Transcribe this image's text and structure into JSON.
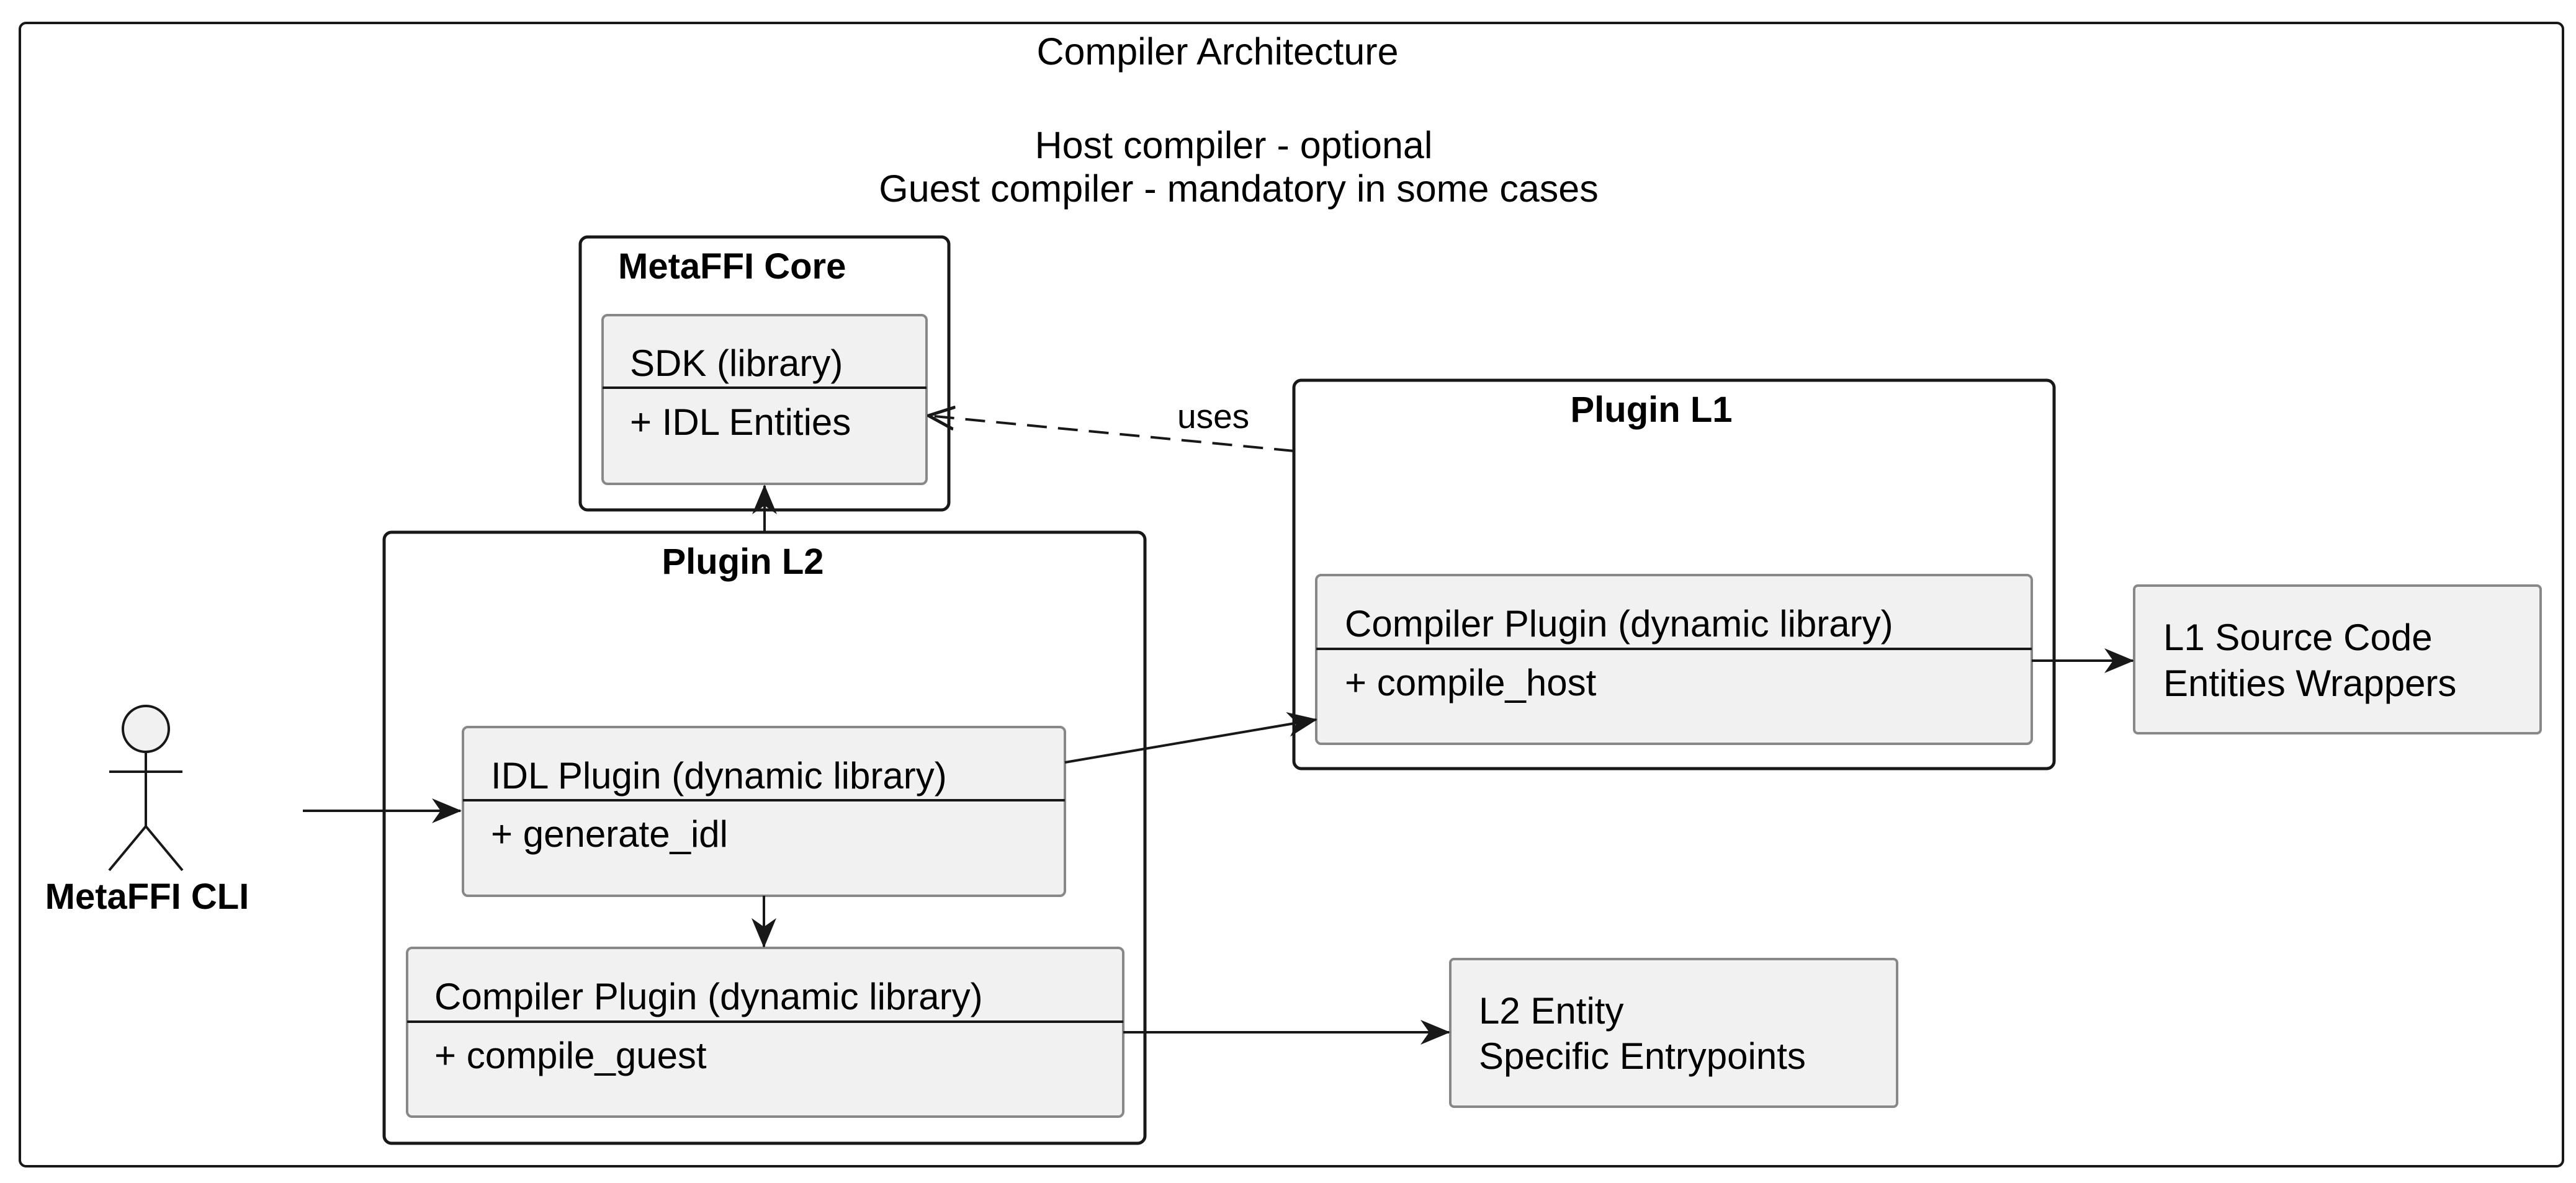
{
  "diagram": {
    "title_lines": [
      "Compiler Architecture",
      "",
      "Host compiler - optional",
      "Guest compiler - mandatory in some cases"
    ],
    "packages": {
      "core": {
        "name": "MetaFFI Core"
      },
      "l2": {
        "name": "Plugin L2"
      },
      "l1": {
        "name": "Plugin L1"
      }
    },
    "classes": {
      "sdk": {
        "name": "SDK (library)",
        "member": "+ IDL Entities"
      },
      "idl": {
        "name": "IDL Plugin (dynamic library)",
        "member": "+ generate_idl"
      },
      "compiler_guest": {
        "name": "Compiler Plugin (dynamic library)",
        "member": "+ compile_guest"
      },
      "compiler_host": {
        "name": "Compiler Plugin (dynamic library)",
        "member": "+ compile_host"
      }
    },
    "artifacts": {
      "l1_output": {
        "lines": [
          "L1 Source Code",
          "Entities Wrappers"
        ]
      },
      "l2_output": {
        "lines": [
          "L2 Entity",
          "Specific Entrypoints"
        ]
      }
    },
    "actor": {
      "name": "MetaFFI CLI"
    },
    "edges": {
      "uses_label": "uses"
    },
    "colors": {
      "box_fill": "#f1f1f1",
      "box_stroke": "#888888",
      "package_stroke": "#181818",
      "frame_stroke": "#181818",
      "line": "#181818"
    }
  }
}
